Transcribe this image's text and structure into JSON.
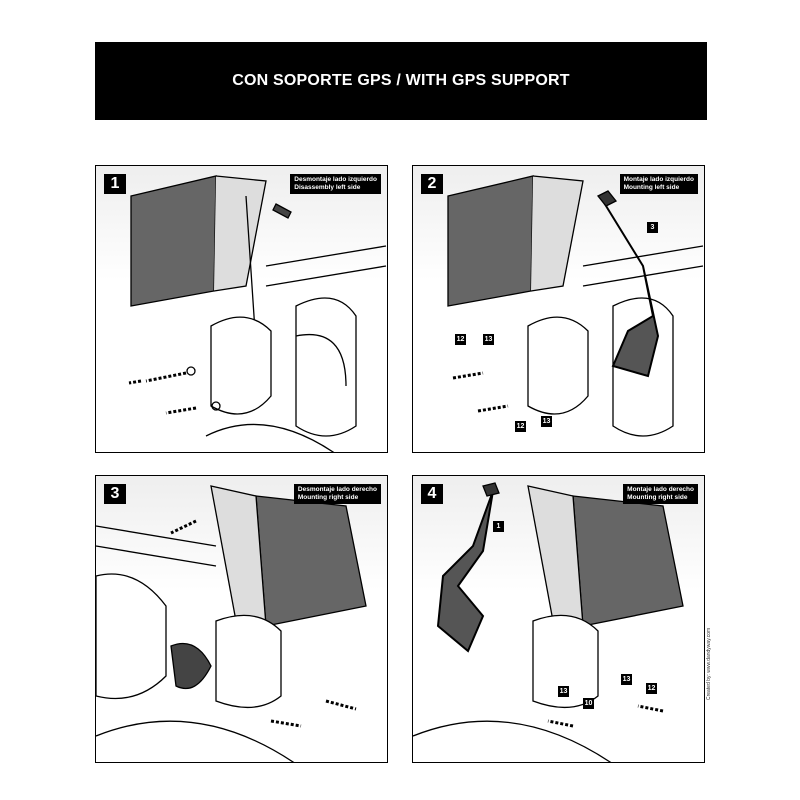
{
  "header": {
    "title": "CON SOPORTE GPS / WITH GPS SUPPORT"
  },
  "panels": [
    {
      "step": "1",
      "caption_es": "Desmontaje lado izquierdo",
      "caption_en": "Disassembly left side",
      "tags": []
    },
    {
      "step": "2",
      "caption_es": "Montaje lado izquierdo",
      "caption_en": "Mounting left side",
      "tags": [
        "3",
        "12",
        "13",
        "12",
        "13"
      ]
    },
    {
      "step": "3",
      "caption_es": "Desmontaje lado derecho",
      "caption_en": "Mounting right side",
      "tags": []
    },
    {
      "step": "4",
      "caption_es": "Montaje lado derecho",
      "caption_en": "Mounting right side",
      "tags": [
        "1",
        "13",
        "12",
        "13",
        "10"
      ]
    }
  ],
  "credit": "Created by: www.dandyway.com"
}
